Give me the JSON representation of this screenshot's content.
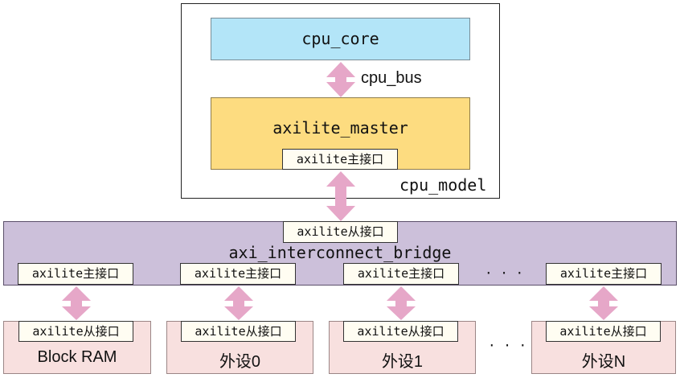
{
  "cpu_model": {
    "label": "cpu_model",
    "core_label": "cpu_core",
    "bus_label": "cpu_bus",
    "master_label": "axilite_master",
    "master_port": "axilite主接口"
  },
  "bridge": {
    "label": "axi_interconnect_bridge",
    "slave_port": "axilite从接口",
    "master_ports": [
      "axilite主接口",
      "axilite主接口",
      "axilite主接口",
      "axilite主接口"
    ],
    "ellipsis": "· · ·"
  },
  "devices": [
    {
      "port": "axilite从接口",
      "name": "Block RAM"
    },
    {
      "port": "axilite从接口",
      "name": "外设0"
    },
    {
      "port": "axilite从接口",
      "name": "外设1"
    },
    {
      "port": "axilite从接口",
      "name": "外设N"
    }
  ],
  "devices_ellipsis": "· · ·",
  "colors": {
    "cpu_core": "#b3e5f8",
    "axilite_master": "#fddc80",
    "bridge": "#ccc0da",
    "device": "#f8e0df",
    "arrow": "#e6a7c8"
  }
}
